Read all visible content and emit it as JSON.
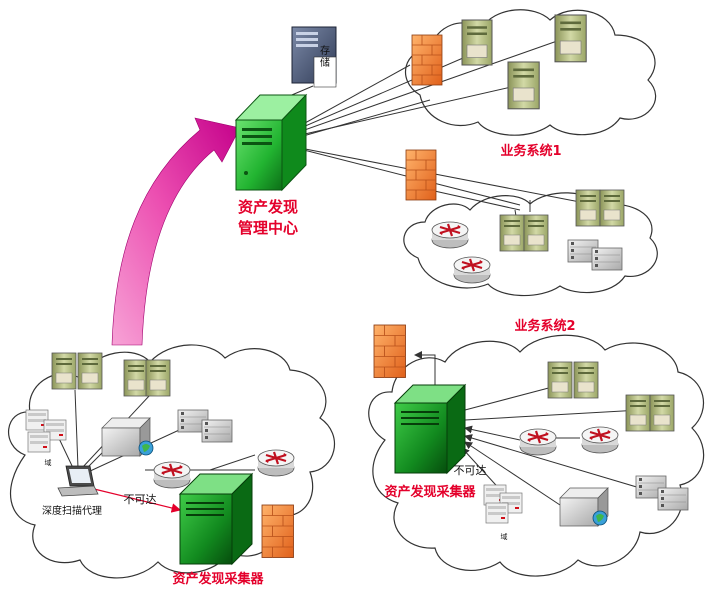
{
  "labels": {
    "center_line1": "资产发现",
    "center_line2": "管理中心",
    "storage": "存储",
    "biz1": "业务系统1",
    "biz2": "业务系统2",
    "collector_left": "资产发现采集器",
    "collector_right": "资产发现采集器",
    "unreachable_left": "不可达",
    "unreachable_right": "不可达",
    "deep_scan": "深度扫描代理",
    "domain_left": "域",
    "domain_right": "域"
  },
  "colors": {
    "center_server": "#2bbf3a",
    "collector_server": "#1a9a2a",
    "firewall": "#f07a2a",
    "server_tan": "#b9c28a",
    "label_red": "#e4002b",
    "arrow_magenta": "#e0158e",
    "cloud_stroke": "#333333"
  }
}
